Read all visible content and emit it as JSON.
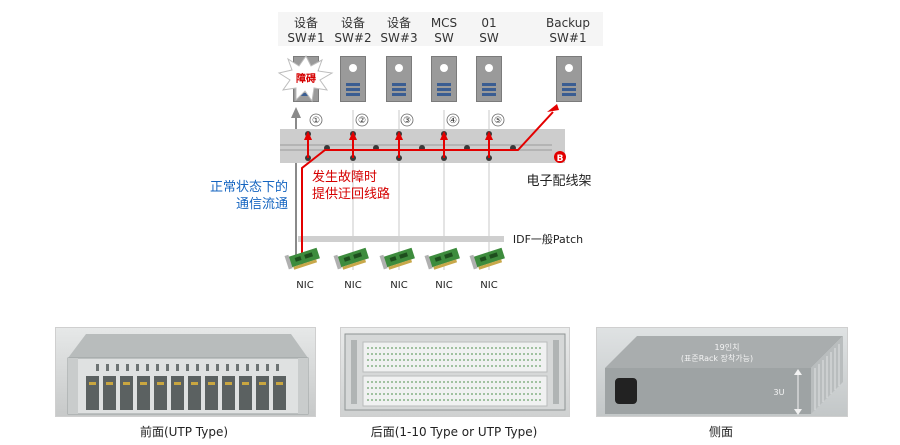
{
  "switches": [
    {
      "line1": "设备",
      "line2": "SW#1"
    },
    {
      "line1": "设备",
      "line2": "SW#2"
    },
    {
      "line1": "设备",
      "line2": "SW#3"
    },
    {
      "line1": "MCS",
      "line2": "SW"
    },
    {
      "line1": "01",
      "line2": "SW"
    },
    {
      "line1": "Backup",
      "line2": "SW#1"
    }
  ],
  "fault_label": "障碍",
  "port_numbers": [
    "①",
    "②",
    "③",
    "④",
    "⑤"
  ],
  "backup_marker": "B",
  "panel_label": "电子配线架",
  "normal_note": [
    "正常状态下的",
    "通信流通"
  ],
  "fault_note": [
    "发生故障时",
    "提供迂回线路"
  ],
  "idf_label": "IDF一般Patch",
  "nic_label": "NIC",
  "nic_count": 5,
  "photos": [
    {
      "caption": "前面(UTP Type)"
    },
    {
      "caption": "后面(1-10 Type or UTP Type)"
    },
    {
      "caption": "侧面",
      "sticker_line1": "19인치",
      "sticker_line2": "(표준Rack 장착가능)",
      "height_mark": "3U"
    }
  ],
  "colors": {
    "normal_path": "#8a8a8a",
    "fault_path": "#e30000",
    "note_blue": "#1565c0",
    "panel_gray": "#cdcdcd",
    "server_blue": "#3a5d92"
  }
}
